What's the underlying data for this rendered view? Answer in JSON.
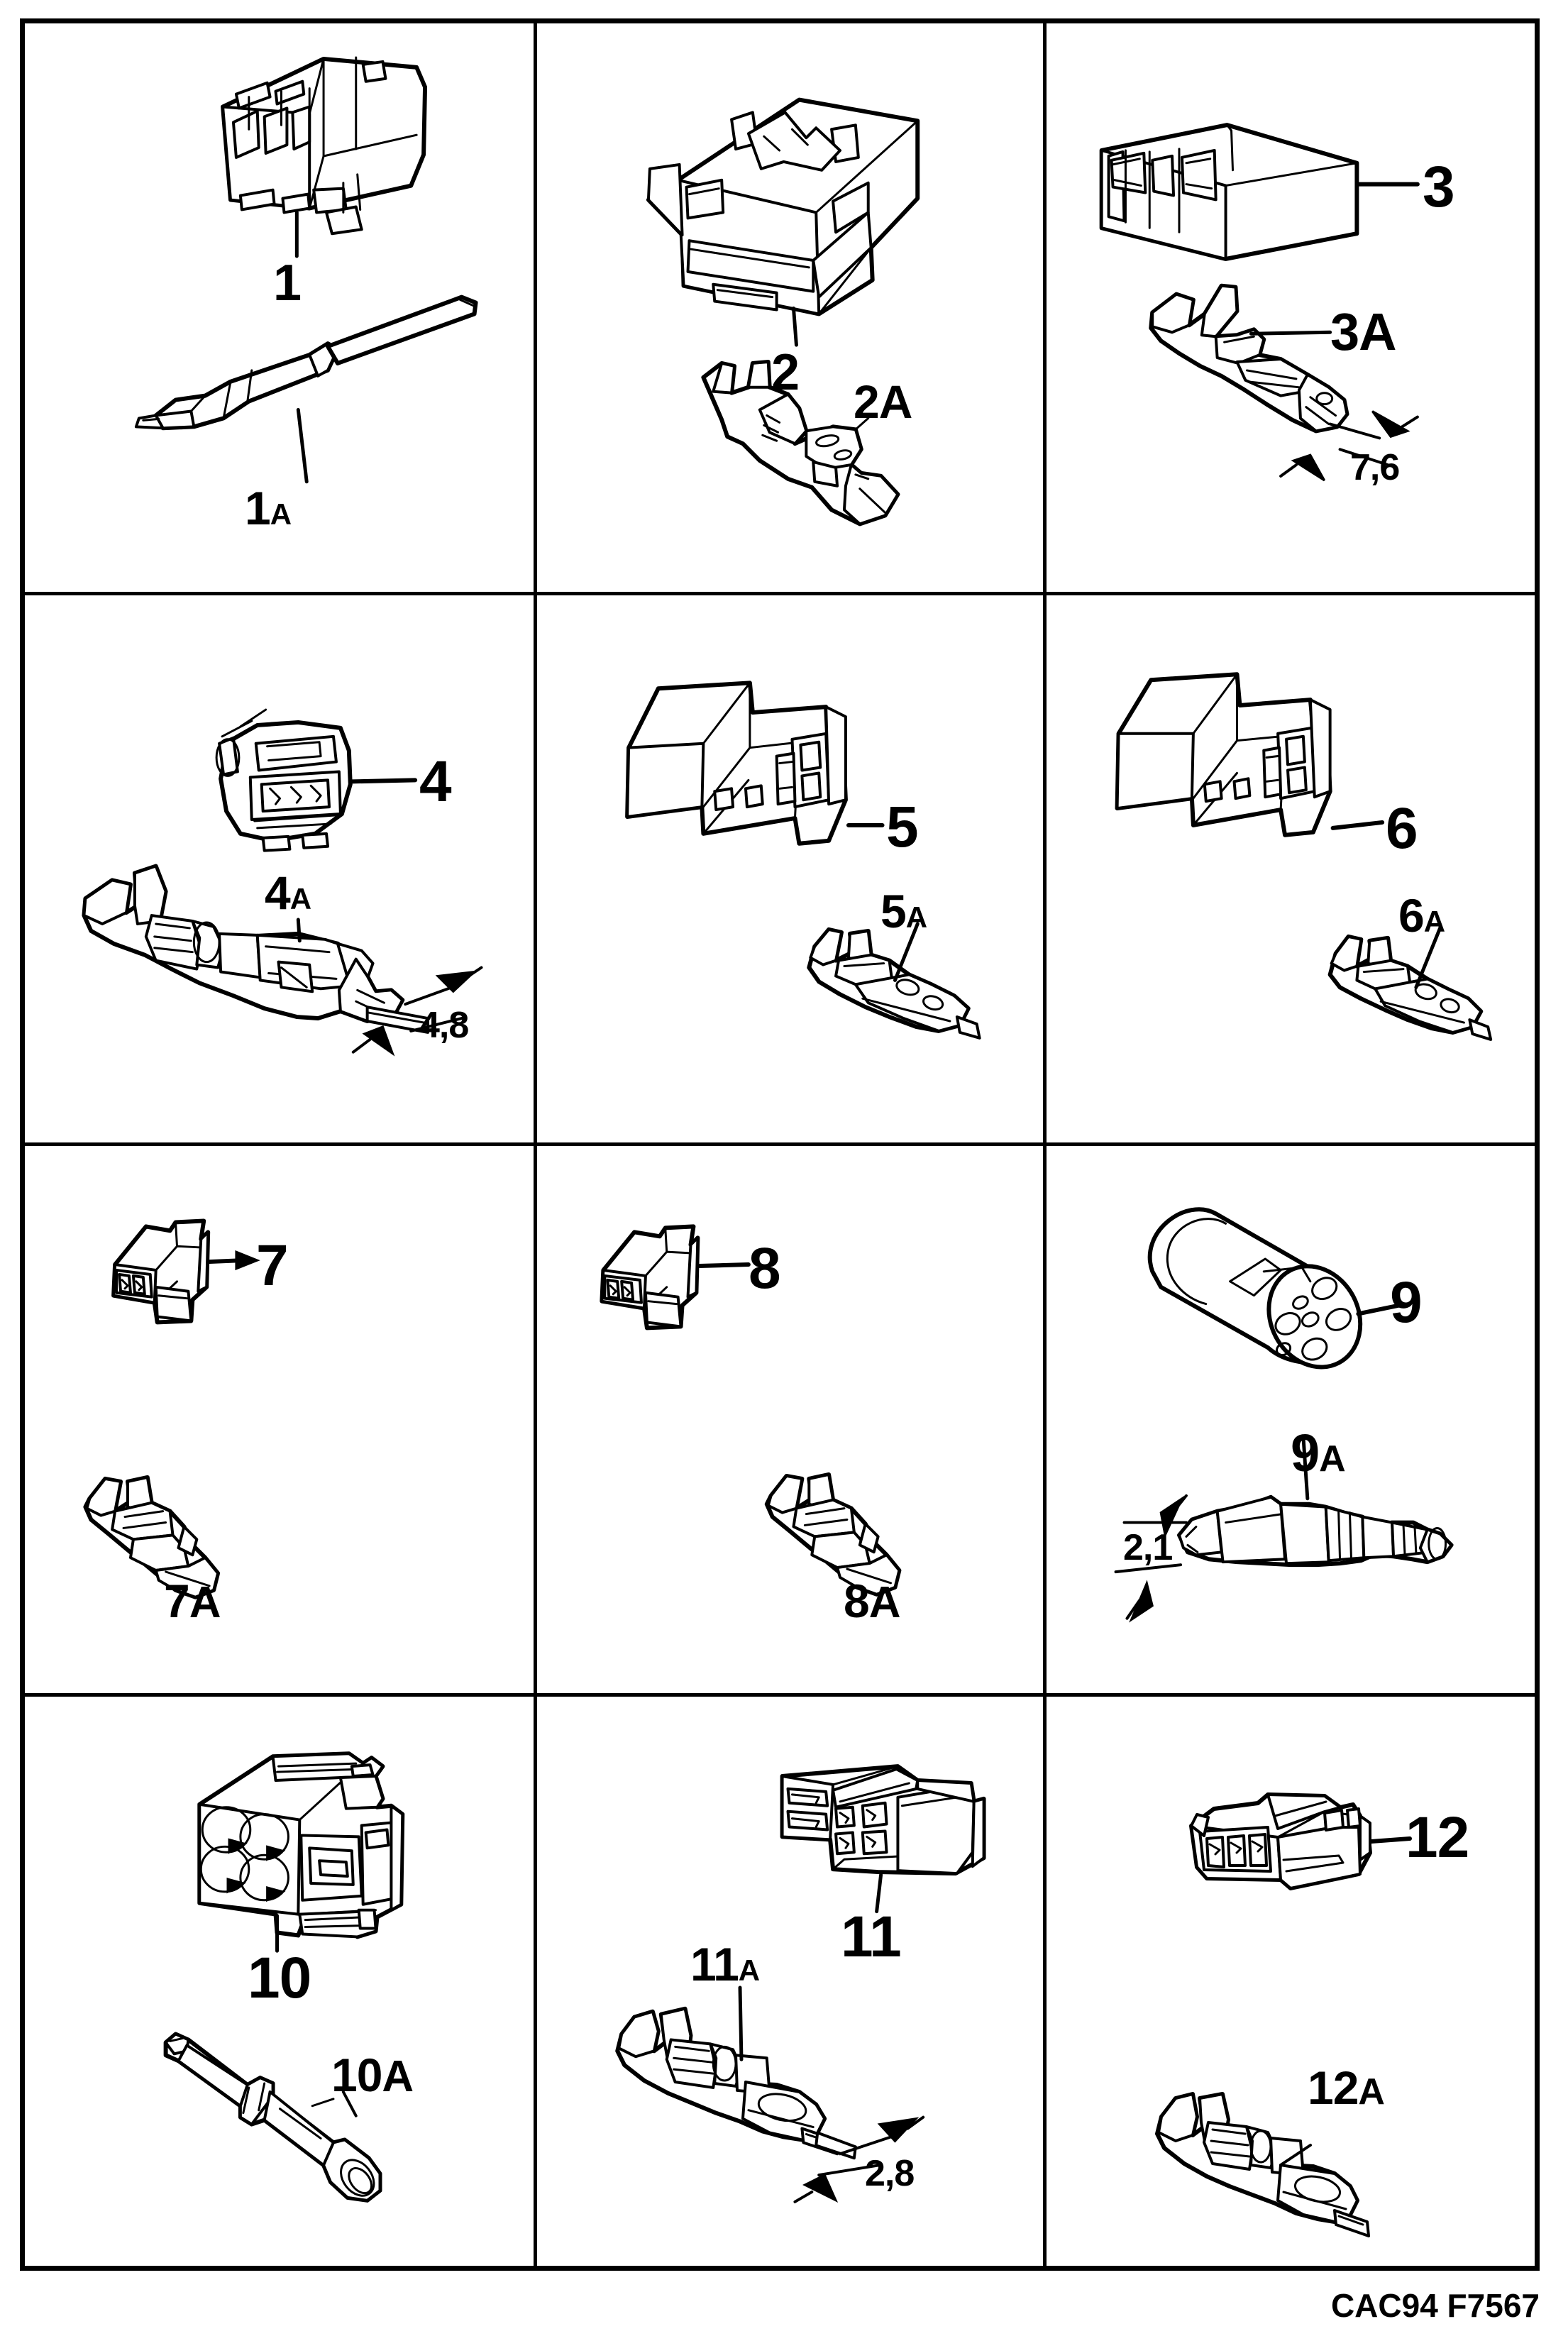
{
  "document": {
    "type": "parts-diagram",
    "footer_code": "CAC94 F7567",
    "grid": {
      "rows": 4,
      "columns": 3
    }
  },
  "cells": [
    {
      "id": "cell-1",
      "connector_label": "1",
      "terminal_label": "1",
      "terminal_suffix": "A",
      "dimension": ""
    },
    {
      "id": "cell-2",
      "connector_label": "2",
      "terminal_label": "2",
      "terminal_suffix": "A",
      "dimension": ""
    },
    {
      "id": "cell-3",
      "connector_label": "3",
      "terminal_label": "3",
      "terminal_suffix": "A",
      "dimension": "7,6"
    },
    {
      "id": "cell-4",
      "connector_label": "4",
      "terminal_label": "4",
      "terminal_suffix": "A",
      "dimension": "4,8"
    },
    {
      "id": "cell-5",
      "connector_label": "5",
      "terminal_label": "5",
      "terminal_suffix": "A",
      "dimension": ""
    },
    {
      "id": "cell-6",
      "connector_label": "6",
      "terminal_label": "6",
      "terminal_suffix": "A",
      "dimension": ""
    },
    {
      "id": "cell-7",
      "connector_label": "7",
      "terminal_label": "7",
      "terminal_suffix": "A",
      "dimension": ""
    },
    {
      "id": "cell-8",
      "connector_label": "8",
      "terminal_label": "8",
      "terminal_suffix": "A",
      "dimension": ""
    },
    {
      "id": "cell-9",
      "connector_label": "9",
      "terminal_label": "9",
      "terminal_suffix": "A",
      "dimension": "2,1"
    },
    {
      "id": "cell-10",
      "connector_label": "10",
      "terminal_label": "10",
      "terminal_suffix": "A",
      "dimension": ""
    },
    {
      "id": "cell-11",
      "connector_label": "11",
      "terminal_label": "11",
      "terminal_suffix": "A",
      "dimension": "2,8"
    },
    {
      "id": "cell-12",
      "connector_label": "12",
      "terminal_label": "12",
      "terminal_suffix": "A",
      "dimension": ""
    }
  ]
}
